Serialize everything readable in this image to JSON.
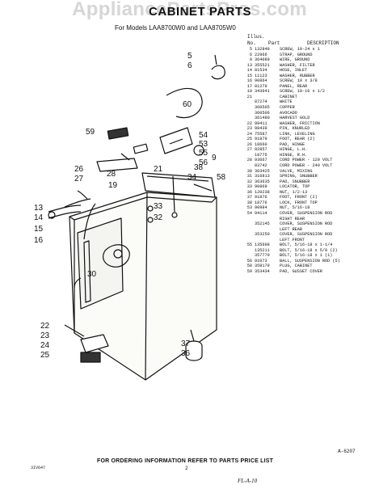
{
  "watermark": "AppliancePartsPros.com",
  "title": "CABINET PARTS",
  "subtitle": "For Models LAA8700W0 and LAA8705W0",
  "table_header": {
    "illus": "Illus.",
    "no": "No.",
    "part": "Part",
    "description": "DESCRIPTION"
  },
  "parts": [
    {
      "il": "5",
      "pn": "132848",
      "desc": "SCREW, 10-24 x 1"
    },
    {
      "il": "6",
      "pn": "22966",
      "desc": "STRAP, GROUND"
    },
    {
      "il": "9",
      "pn": "364089",
      "desc": "WIRE, GROUND"
    },
    {
      "il": "13",
      "pn": "355521",
      "desc": "WASHER, FILTER"
    },
    {
      "il": "14",
      "pn": "81534",
      "desc": "HOSE, INLET"
    },
    {
      "il": "15",
      "pn": "11123",
      "desc": "WASHER, RUBBER"
    },
    {
      "il": "16",
      "pn": "90864",
      "desc": "SCREW, 10 x 3/8"
    },
    {
      "il": "17",
      "pn": "81279",
      "desc": "PANEL, REAR"
    },
    {
      "il": "19",
      "pn": "343641",
      "desc": "SCREW, 10-16 x 1/2"
    },
    {
      "il": "21",
      "pn": "",
      "desc": "CABINET"
    },
    {
      "il": "",
      "pn": "87274",
      "desc": "WHITE"
    },
    {
      "il": "",
      "pn": "360505",
      "desc": "COPPER"
    },
    {
      "il": "",
      "pn": "360506",
      "desc": "AVOCADO"
    },
    {
      "il": "",
      "pn": "361480",
      "desc": "HARVEST GOLD"
    },
    {
      "il": "22",
      "pn": "98411",
      "desc": "WASHER, FRICTION"
    },
    {
      "il": "23",
      "pn": "98439",
      "desc": "PIN, KNURLED"
    },
    {
      "il": "24",
      "pn": "75587",
      "desc": "LINK, LEVELING"
    },
    {
      "il": "25",
      "pn": "91879",
      "desc": "FOOT, REAR (2)"
    },
    {
      "il": "26",
      "pn": "18660",
      "desc": "PAD, HINGE"
    },
    {
      "il": "27",
      "pn": "92857",
      "desc": "HINGE, L.H."
    },
    {
      "il": "",
      "pn": "18775",
      "desc": "HINGE, R.H."
    },
    {
      "il": "28",
      "pn": "93667",
      "desc": "CORD POWER - 120 VOLT"
    },
    {
      "il": "",
      "pn": "83742",
      "desc": "CORD POWER - 240 VOLT"
    },
    {
      "il": "30",
      "pn": "363425",
      "desc": "VALVE, MIXING"
    },
    {
      "il": "31",
      "pn": "316813",
      "desc": "SPRING, SNUBBER"
    },
    {
      "il": "32",
      "pn": "363635",
      "desc": "PAD, SNUBBER"
    },
    {
      "il": "33",
      "pn": "90869",
      "desc": "LOCATOR, TOP"
    },
    {
      "il": "36",
      "pn": "120238",
      "desc": "NUT, 1/2-13"
    },
    {
      "il": "37",
      "pn": "91876",
      "desc": "FOOT, FRONT (2)"
    },
    {
      "il": "38",
      "pn": "18776",
      "desc": "LOCK, FRONT TOP"
    },
    {
      "il": "53",
      "pn": "90984",
      "desc": "NUT, 5/16-18"
    },
    {
      "il": "54",
      "pn": "94114",
      "desc": "COVER, SUSPENSION ROD"
    },
    {
      "il": "",
      "pn": "",
      "desc": "RIGHT REAR"
    },
    {
      "il": "",
      "pn": "352145",
      "desc": "COVER, SUSPENSION ROD"
    },
    {
      "il": "",
      "pn": "",
      "desc": "LEFT REAR"
    },
    {
      "il": "",
      "pn": "353250",
      "desc": "COVER, SUSPENSION ROD"
    },
    {
      "il": "",
      "pn": "",
      "desc": "LEFT FRONT"
    },
    {
      "il": "55",
      "pn": "135698",
      "desc": "BOLT, 5/16-18 x 1-1/4"
    },
    {
      "il": "",
      "pn": "135211",
      "desc": "BOLT, 5/16-18 x 5/8 (2)"
    },
    {
      "il": "",
      "pn": "357770",
      "desc": "BOLT, 5/16-18 x 1 (1)"
    },
    {
      "il": "56",
      "pn": "91073",
      "desc": "BALL, SUSPENSION ROD (5)"
    },
    {
      "il": "58",
      "pn": "358179",
      "desc": "PLUG, CABINET"
    },
    {
      "il": "59",
      "pn": "353434",
      "desc": "PAD, GUSSET COVER"
    }
  ],
  "callouts": [
    "5",
    "6",
    "60",
    "59",
    "54",
    "53",
    "55",
    "56",
    "9",
    "26",
    "27",
    "28",
    "19",
    "21",
    "38",
    "34",
    "58",
    "13",
    "14",
    "33",
    "32",
    "15",
    "16",
    "30",
    "22",
    "23",
    "24",
    "25",
    "37",
    "36"
  ],
  "figure_code": "A-6207",
  "footer_note": "FOR ORDERING INFORMATION REFER TO PARTS PRICE LIST",
  "footer_left": "3IV647",
  "page_number": "2",
  "footer_sig": "FL-A-10"
}
